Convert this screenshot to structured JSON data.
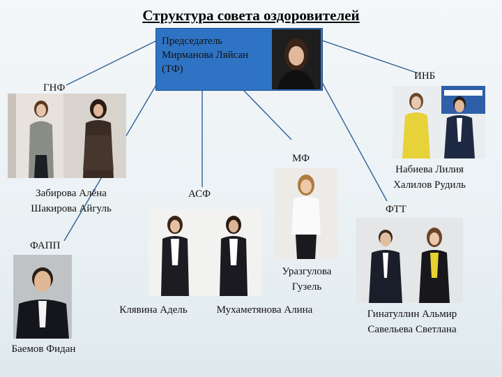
{
  "title": "Структура совета оздоровителей",
  "chair": {
    "text": "Председатель\nМирманова Ляйсан\n(ТФ)"
  },
  "groups": {
    "gnf": {
      "label": "ГНФ",
      "names": "Забирова Алёна\nШакирова Айгуль"
    },
    "inb": {
      "label": "ИНБ",
      "names": "Набиева Лилия\nХалилов Рудиль"
    },
    "mf": {
      "label": "МФ",
      "names": "Уразгулова\nГузель"
    },
    "asf": {
      "label": "АСФ",
      "name_1": "Клявина Адель",
      "name_2": "Мухаметянова Алина"
    },
    "ftt": {
      "label": "ФТТ",
      "names": "Гинатуллин Альмир\nСавельева Светлана"
    },
    "fapp": {
      "label": "ФАПП",
      "names": "Баемов Фидан"
    }
  },
  "colors": {
    "chair_box": "#2f74c4",
    "connector": "#2d5f96"
  }
}
